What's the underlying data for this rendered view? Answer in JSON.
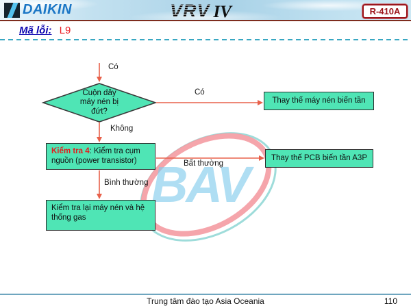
{
  "header": {
    "brand": "DAIKIN",
    "product": "VRV",
    "product_suffix": "IV",
    "refrigerant_badge": "R-410A"
  },
  "error": {
    "label": "Mã lỗi:",
    "code": "L9"
  },
  "flowchart": {
    "entry_label": "Có",
    "diamond": {
      "lines": [
        "Cuộn dây",
        "máy nén bị",
        "đứt?"
      ],
      "yes_label": "Có",
      "no_label": "Không"
    },
    "check4": {
      "title": "Kiểm tra 4",
      "rest": ": Kiểm tra cụm nguồn (power transistor)",
      "abnormal_label": "Bất thường",
      "normal_label": "Bình thường"
    },
    "boxes": {
      "replace_compressor": "Thay thế máy nén biến tần",
      "replace_pcb": "Thay thế PCB biến tần A3P",
      "recheck": "Kiểm tra lại máy nén và hệ thống gas"
    }
  },
  "watermark": {
    "text": "BAV"
  },
  "footer": {
    "center": "Trung tâm đào tạo Asia Oceania",
    "page": "110"
  },
  "colors": {
    "shape_fill": "#4fe5b5",
    "shape_border": "#2b2b2b",
    "arrow": "#e8604a",
    "dashed_separator": "#38a7c2",
    "footer_rule": "#6fa6bf",
    "error_label_blue": "#0d06b0",
    "error_code_red": "#ec1c24",
    "check_title_red": "#e31c1c",
    "brand_blue": "#1b76c5",
    "badge_red": "#9c1218",
    "watermark_blue": "#7ecaec",
    "watermark_swoosh_pink": "#f49ba2",
    "watermark_swoosh_teal": "#7ed0ce",
    "header_rule_maroon": "#7e2c1e"
  }
}
